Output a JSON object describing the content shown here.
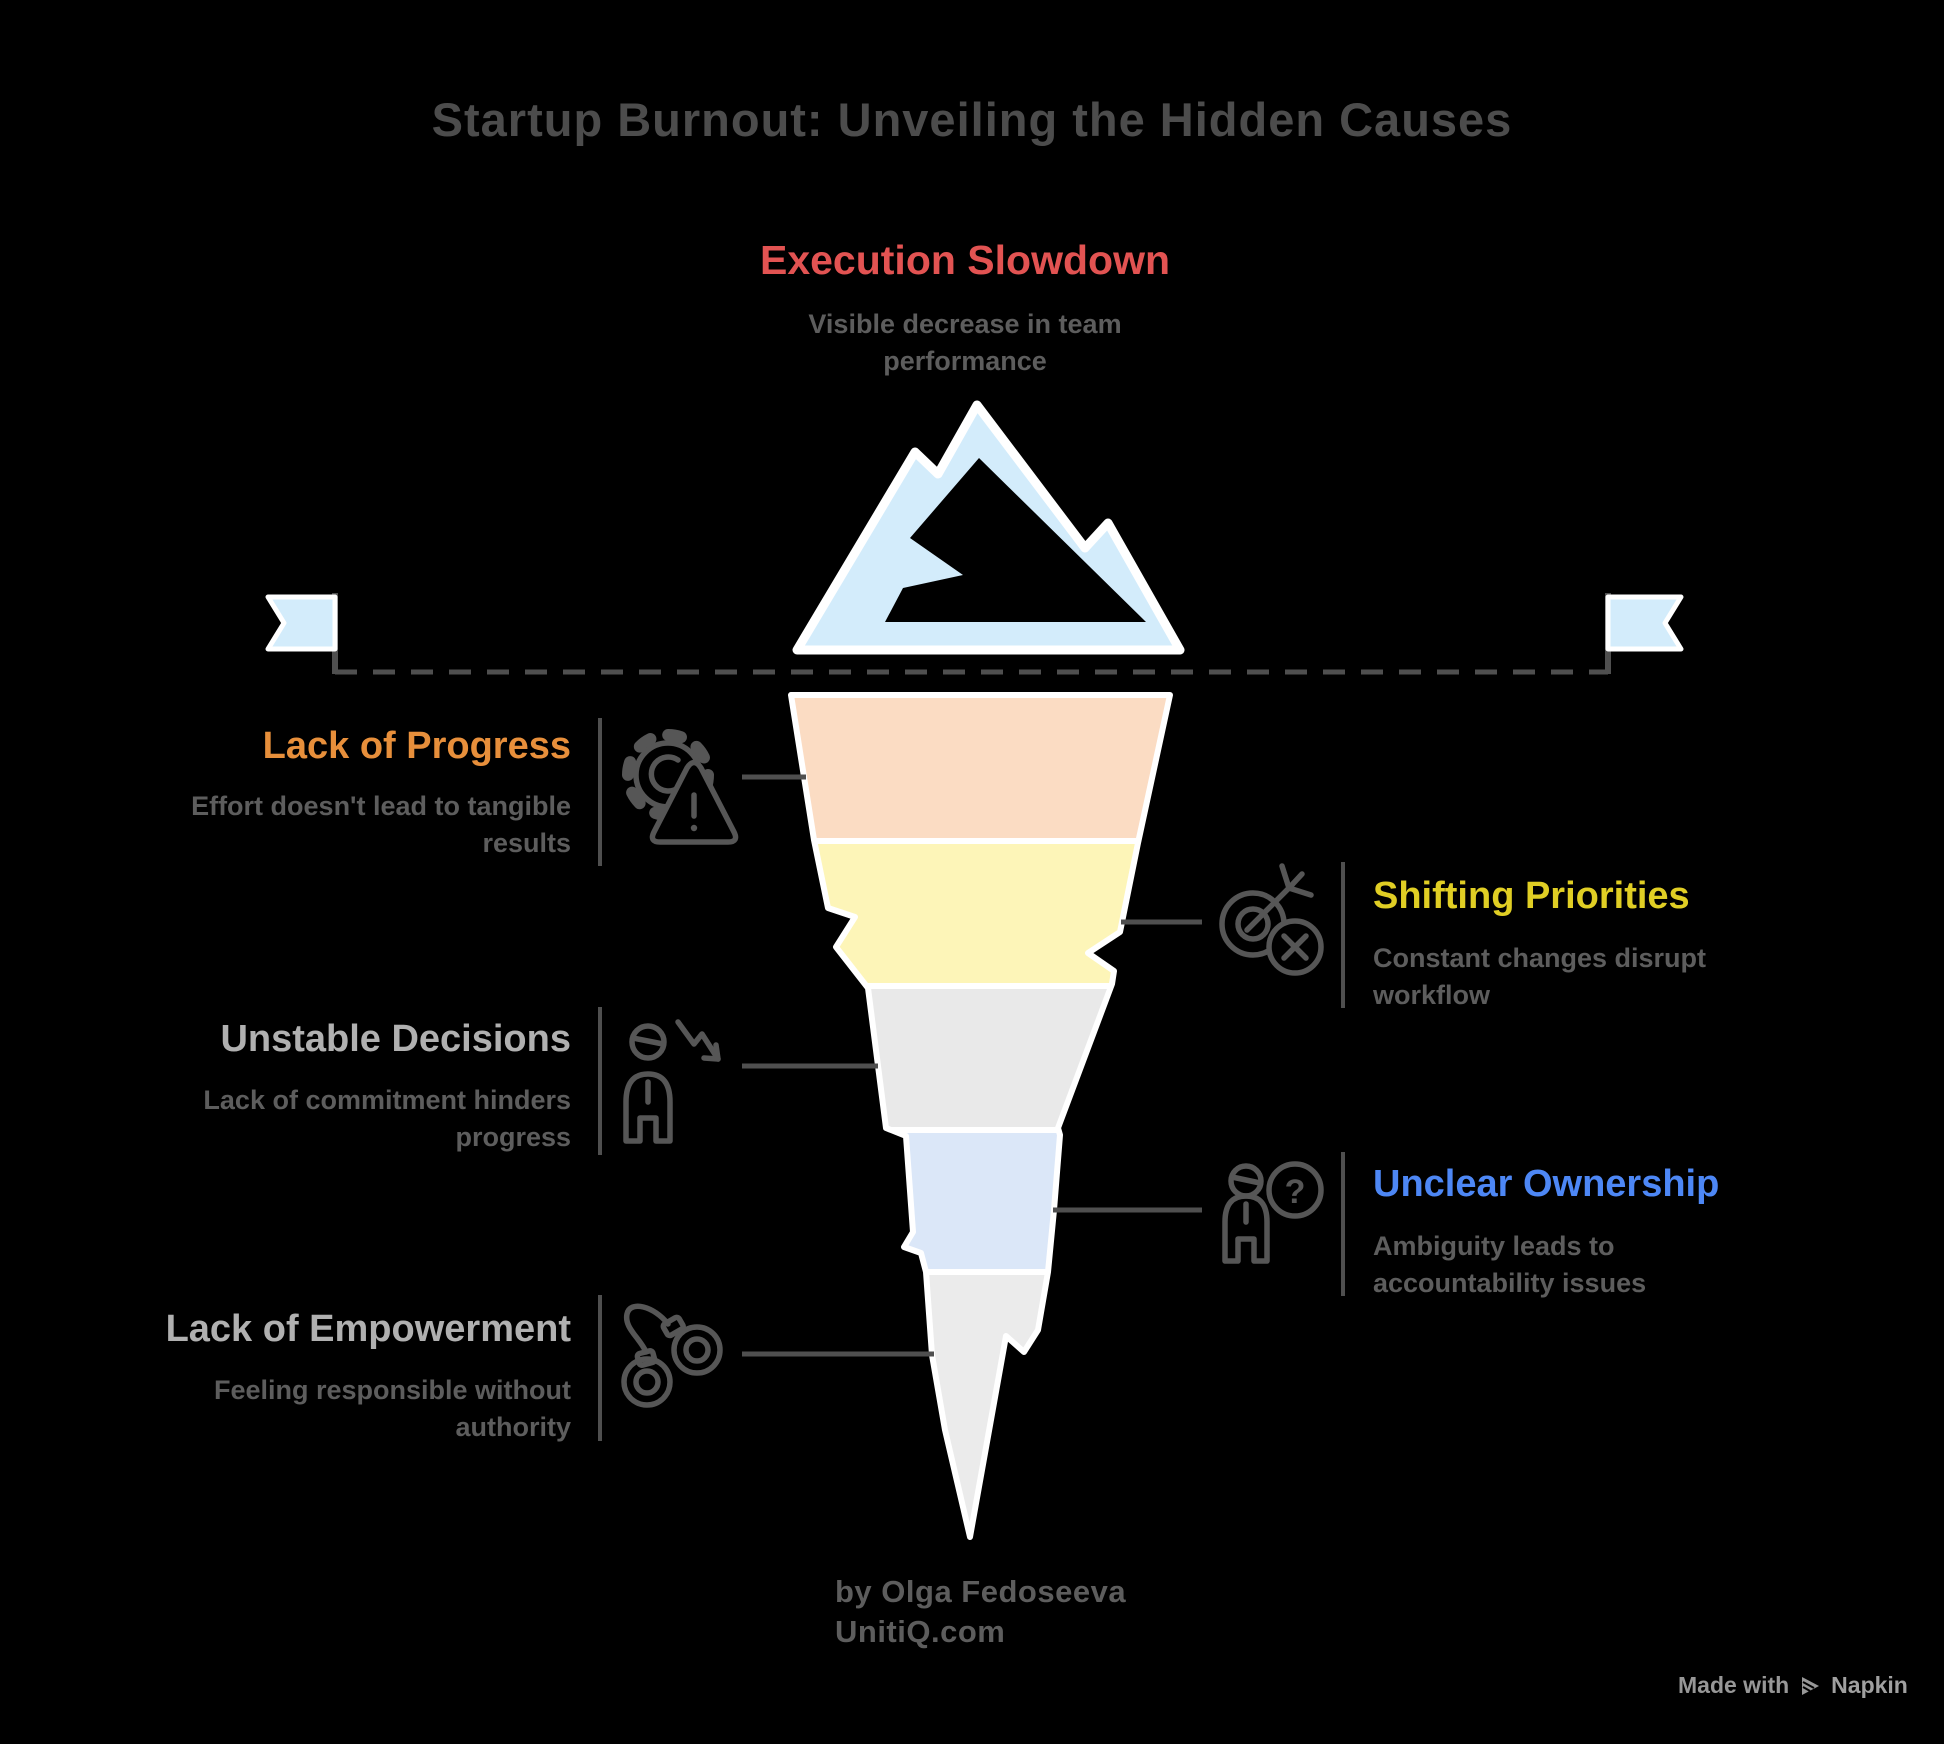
{
  "title": "Startup Burnout: Unveiling the Hidden Causes",
  "top_item": {
    "label": "Execution Slowdown",
    "description": "Visible decrease in team performance",
    "color": "#e25352"
  },
  "items_left": [
    {
      "label": "Lack of Progress",
      "description": "Effort doesn't lead to tangible results",
      "color": "#e78f3b",
      "icon": "gear-warning-icon"
    },
    {
      "label": "Unstable Decisions",
      "description": "Lack of commitment hinders progress",
      "color": "#b0b0b0",
      "icon": "person-decline-icon"
    },
    {
      "label": "Lack of Empowerment",
      "description": "Feeling responsible without authority",
      "color": "#b0b0b0",
      "icon": "handcuffs-icon"
    }
  ],
  "items_right": [
    {
      "label": "Shifting Priorities",
      "description": "Constant changes disrupt workflow",
      "color": "#e0ce24",
      "icon": "target-miss-icon"
    },
    {
      "label": "Unclear Ownership",
      "description": "Ambiguity leads to accountability issues",
      "color": "#4d87f5",
      "icon": "person-question-icon"
    }
  ],
  "iceberg": {
    "mountain_color": "#d3ecfb",
    "outline_color": "#ffffff",
    "band_colors": [
      "#fbdcc3",
      "#fdf5b8",
      "#e9e9e9",
      "#dbe7f8",
      "#ebebeb"
    ],
    "waterline_color": "#4f4f4f"
  },
  "glyphs": {
    "question": "?"
  },
  "credit": {
    "line1": "by Olga Fedoseeva",
    "line2": "UnitiQ.com"
  },
  "footer": {
    "made_with": "Made with",
    "brand": "Napkin"
  }
}
